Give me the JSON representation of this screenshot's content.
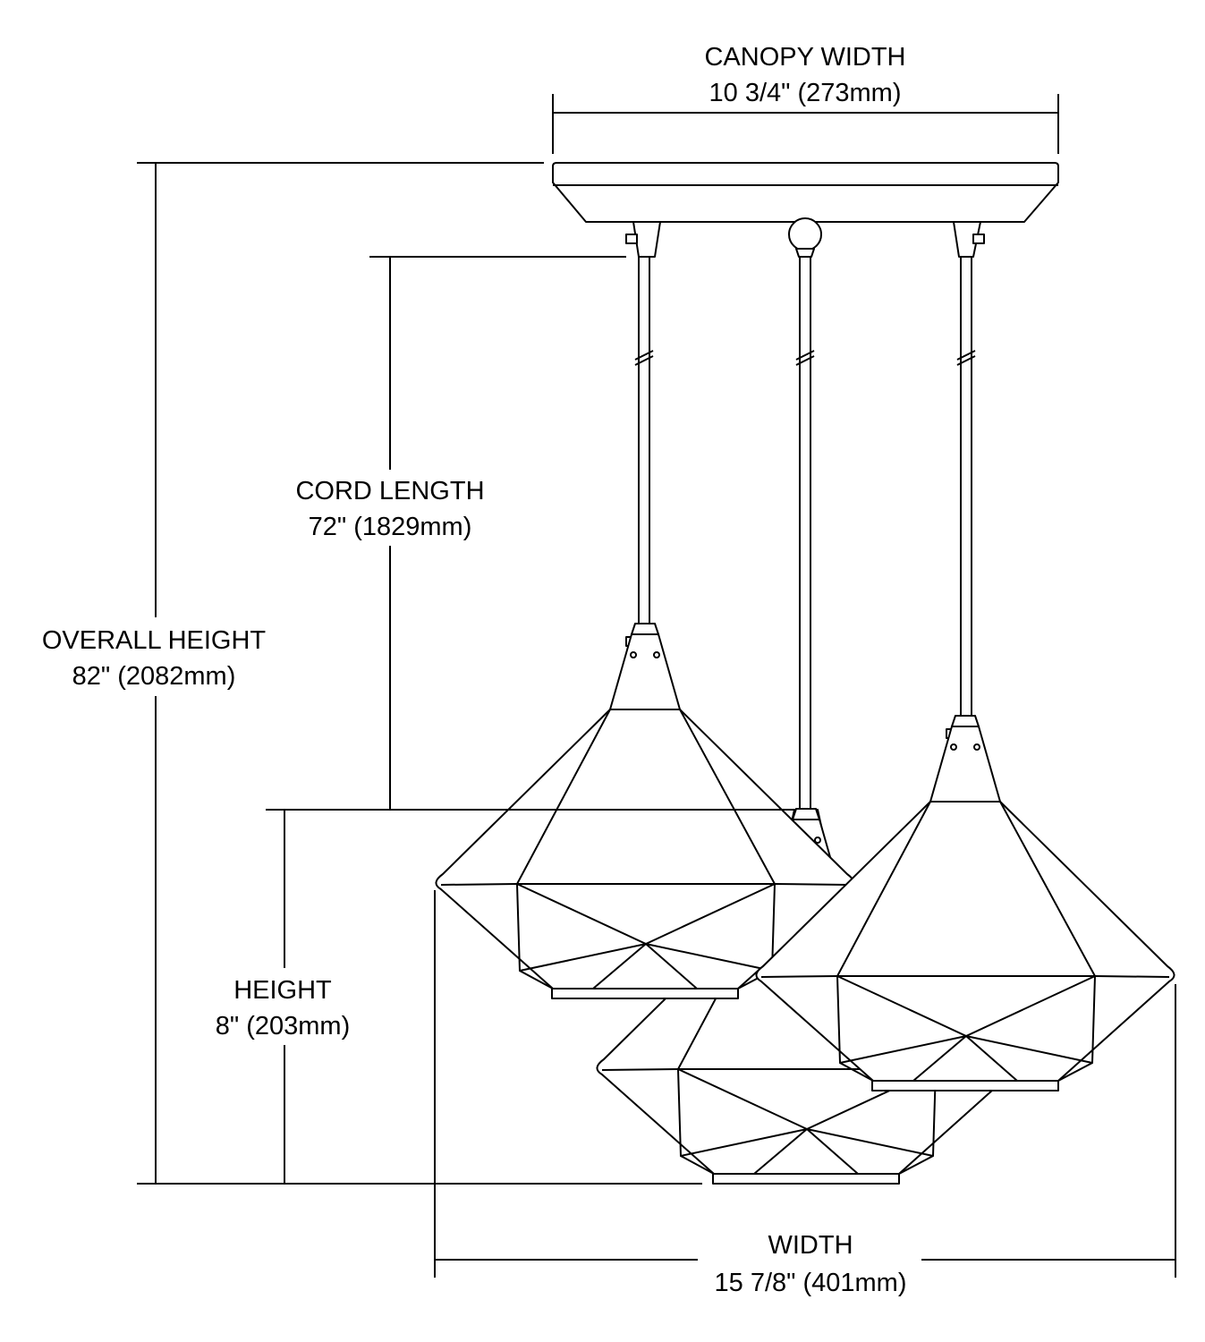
{
  "title": "Three-light pendant dimension drawing",
  "dimensions": {
    "canopy_width": {
      "label": "CANOPY WIDTH",
      "value": "10 3/4\" (273mm)"
    },
    "overall_height": {
      "label": "OVERALL HEIGHT",
      "value": "82\" (2082mm)"
    },
    "cord_length": {
      "label": "CORD LENGTH",
      "value": "72\" (1829mm)"
    },
    "height": {
      "label": "HEIGHT",
      "value": "8\" (203mm)"
    },
    "width": {
      "label": "WIDTH",
      "value": "15 7/8\" (401mm)"
    }
  },
  "colors": {
    "line": "#000000",
    "background": "#ffffff"
  }
}
